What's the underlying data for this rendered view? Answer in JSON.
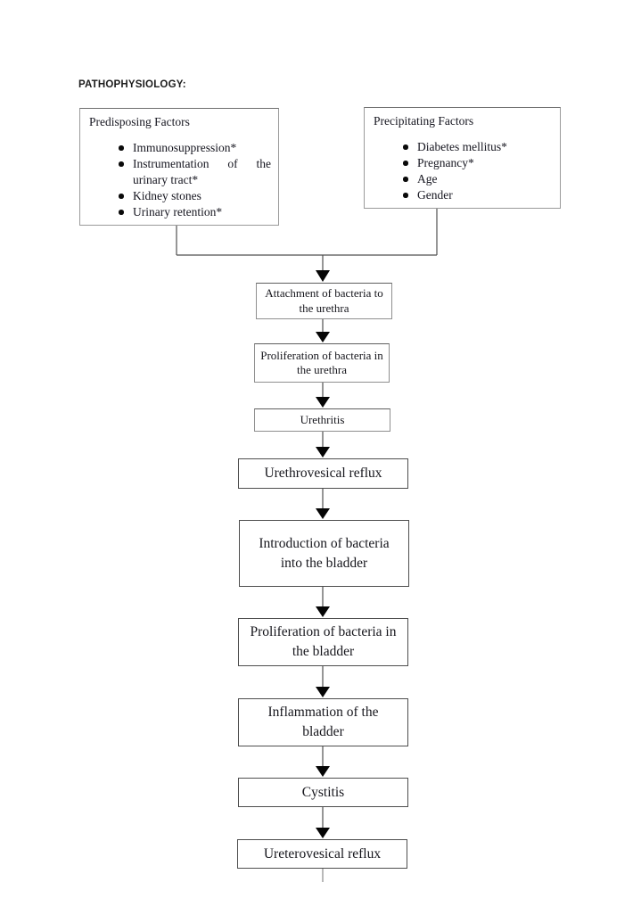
{
  "page": {
    "title": "PATHOPHYSIOLOGY:"
  },
  "factors": {
    "predisposing": {
      "heading": "Predisposing Factors",
      "items": [
        "Immunosuppression*",
        "Instrumentation of the urinary tract*",
        "Kidney stones",
        "Urinary retention*"
      ]
    },
    "precipitating": {
      "heading": "Precipitating Factors",
      "items": [
        "Diabetes mellitus*",
        "Pregnancy*",
        "Age",
        "Gender"
      ]
    }
  },
  "flow_steps": [
    "Attachment of bacteria to the urethra",
    "Proliferation of bacteria in the urethra",
    "Urethritis",
    "Urethrovesical reflux",
    "Introduction of bacteria into the bladder",
    "Proliferation of bacteria in the bladder",
    "Inflammation of the bladder",
    "Cystitis",
    "Ureterovesical reflux"
  ],
  "colors": {
    "line": "#4f4f4f",
    "arrowhead": "#050505",
    "box_border_light": "#9a9a9a",
    "box_border_dark": "#4e4e4e"
  }
}
